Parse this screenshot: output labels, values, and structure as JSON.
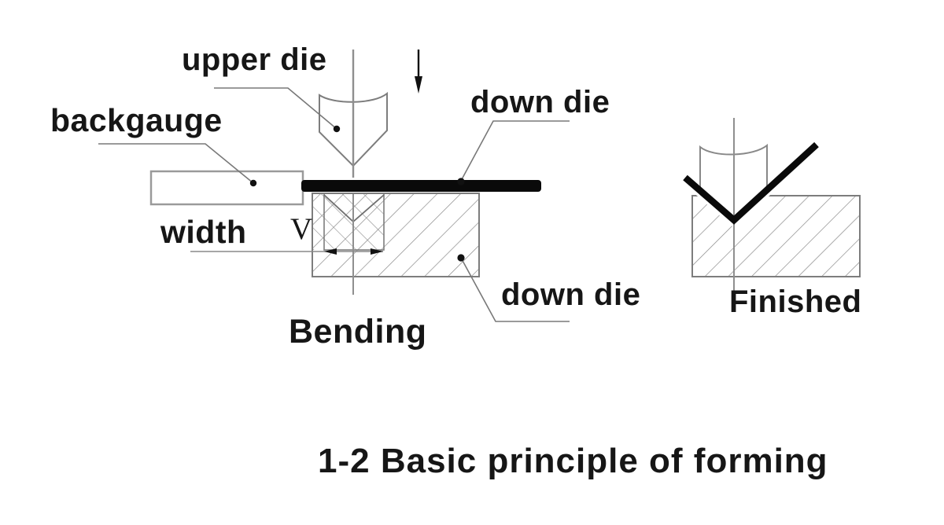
{
  "figure": {
    "labels": {
      "upper_die": "upper die",
      "backgauge": "backgauge",
      "down_die_sheet": "down die",
      "width": "width",
      "v_symbol": "V",
      "down_die_block": "down die",
      "bending": "Bending",
      "finished": "Finished"
    },
    "caption": "1-2 Basic principle of forming",
    "colors": {
      "background": "#ffffff",
      "text": "#161616",
      "outline_gray": "#7d7d7d",
      "centerline_gray": "#8f8f8f",
      "hatch_gray": "#8a8a8a",
      "sheet_black": "#0a0a0a"
    }
  }
}
